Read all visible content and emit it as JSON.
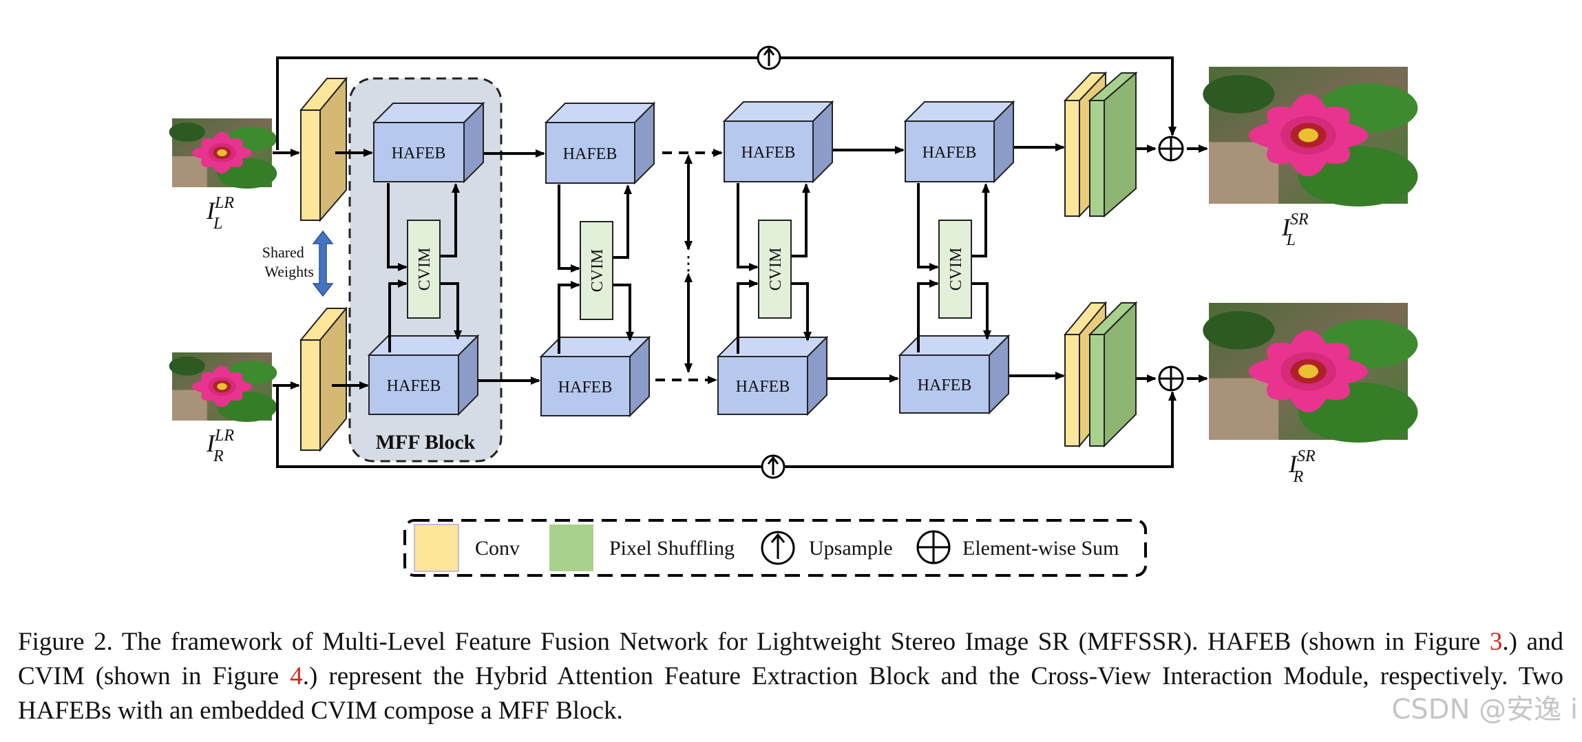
{
  "diagram": {
    "block_label": "HAFEB",
    "cvim_label": "CVIM",
    "group_label": "MFF Block",
    "shared_weights": [
      "Shared",
      "Weights"
    ],
    "vdots": "⋮",
    "inputs": {
      "left": {
        "base": "I",
        "sup": "LR",
        "sub": "L"
      },
      "right": {
        "base": "I",
        "sup": "LR",
        "sub": "R"
      }
    },
    "outputs": {
      "left": {
        "base": "I",
        "sup": "SR",
        "sub": "L"
      },
      "right": {
        "base": "I",
        "sup": "SR",
        "sub": "R"
      }
    },
    "legend": {
      "conv": "Conv",
      "pixel_shuffling": "Pixel Shuffling",
      "upsample": "Upsample",
      "element_wise_sum": "Element-wise Sum"
    },
    "colors": {
      "hafeb_front": "#b6c8ee",
      "hafeb_top": "#cbd8f5",
      "hafeb_side": "#8b9cc8",
      "cvim": "#e2f0d9",
      "conv_front": "#fde59a",
      "conv_side": "#d4b874",
      "pixel_front": "#a9d18e",
      "pixel_side": "#7fa863",
      "mff_fill": "#d6dce5",
      "shared_arrow": "#4472c4"
    }
  },
  "caption": {
    "p1": "Figure 2. The framework of Multi-Level Feature Fusion Network for Lightweight Stereo Image SR (MFFSSR). HAFEB (shown in Figure ",
    "ref1": "3",
    "p2": ".)  and CVIM (shown in Figure ",
    "ref2": "4",
    "p3": ".)  represent the Hybrid Attention Feature Extraction Block and the Cross-View Interaction Module, respectively. Two HAFEBs with an embedded CVIM compose a MFF Block."
  },
  "watermark": "CSDN @安逸 i"
}
